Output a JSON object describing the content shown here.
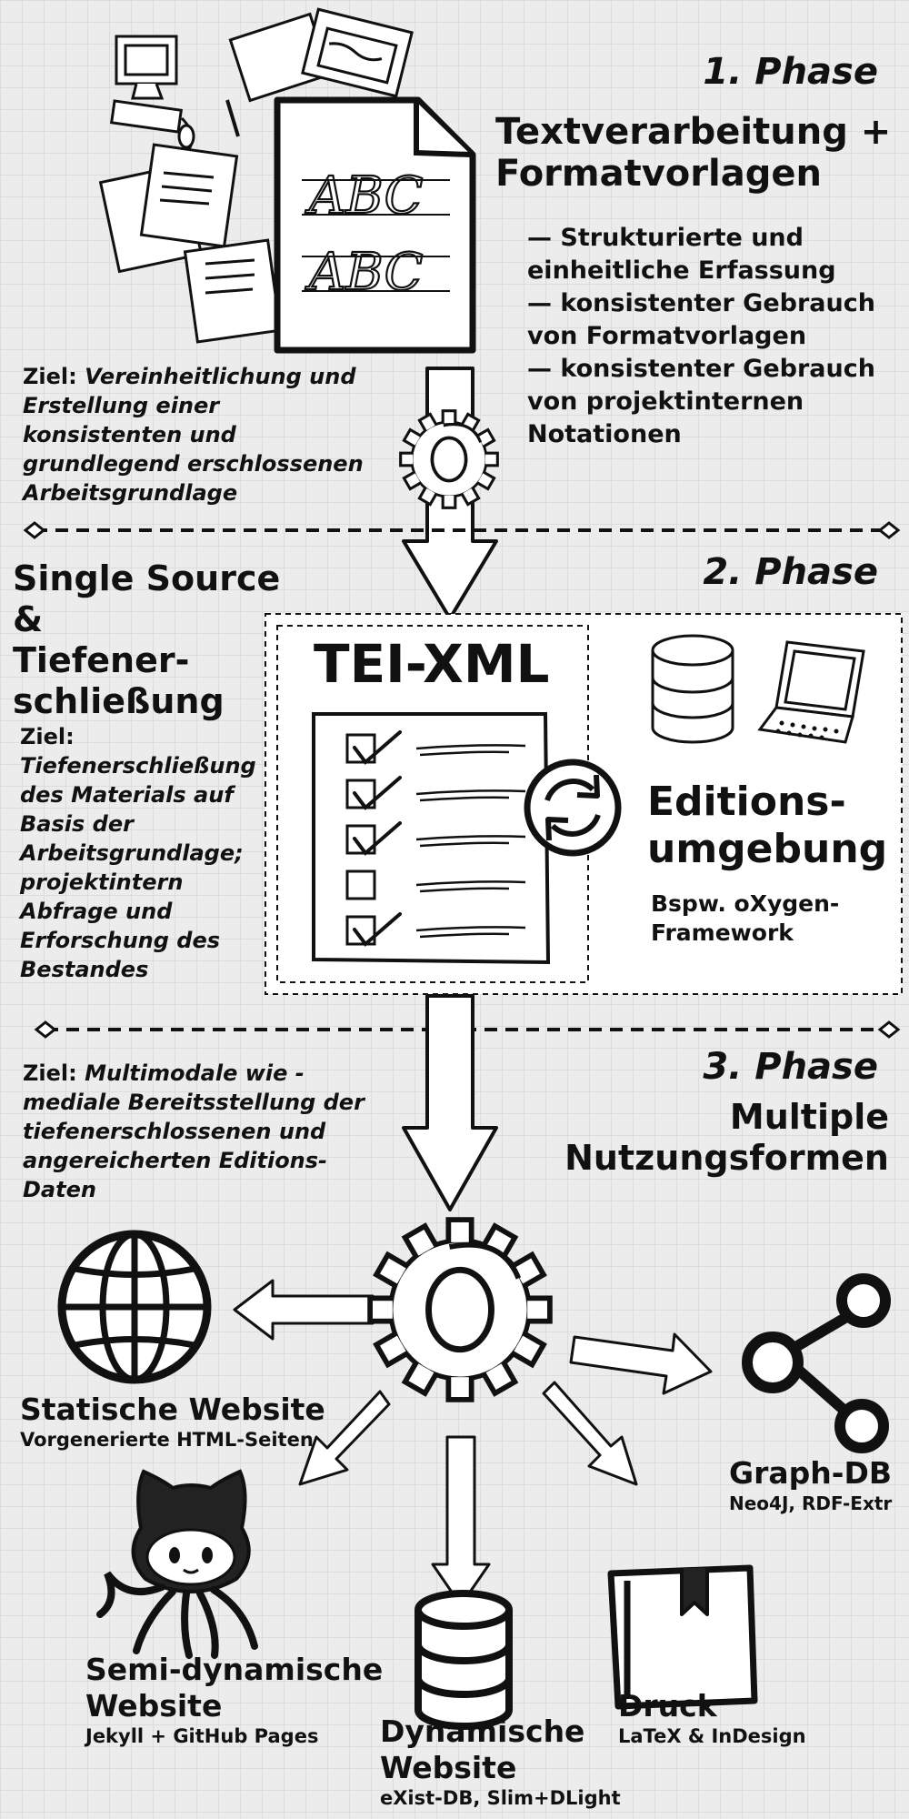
{
  "phase1": {
    "label": "1. Phase",
    "title_lines": [
      "Textverarbeitung +",
      "Formatvorlagen"
    ],
    "bullets": [
      "— Strukturierte und einheitliche Erfassung",
      "— konsistenter Gebrauch von Formatvorlagen",
      "— konsistenter Gebrauch von projektinternen Notationen"
    ],
    "goal_label": "Ziel:",
    "goal_text": "Vereinheitlichung und Erstellung einer konsistenten und grundlegend erschlossenen Arbeitsgrundlage",
    "doc_letters": "ABC"
  },
  "phase2": {
    "label": "2. Phase",
    "title_lines": [
      "Single Source &",
      "Tiefener-",
      "schließung"
    ],
    "goal_label": "Ziel:",
    "goal_text": "Tiefenerschließung des Materials auf Basis der Arbeitsgrundlage; projektintern Abfrage und Erforschung des Bestandes",
    "tei": "TEI-XML",
    "env_lines": [
      "Editions-",
      "umgebung"
    ],
    "env_sub_lines": [
      "Bspw. oXygen-",
      "Framework"
    ]
  },
  "phase3": {
    "label": "3. Phase",
    "title_lines": [
      "Multiple",
      "Nutzungsformen"
    ],
    "goal_label": "Ziel:",
    "goal_text": "Multimodale wie -mediale Bereitsstellung der tiefenerschlossenen und angereicherten Editions-Daten",
    "outputs": {
      "static": {
        "title_lines": [
          "Statische Website"
        ],
        "sub": "Vorgenerierte HTML-Seiten"
      },
      "semi": {
        "title_lines": [
          "Semi-dynamische",
          "Website"
        ],
        "sub": "Jekyll + GitHub Pages"
      },
      "dynamic": {
        "title_lines": [
          "Dynamische",
          "Website"
        ],
        "sub": "eXist-DB, Slim+DLight"
      },
      "print": {
        "title_lines": [
          "Druck"
        ],
        "sub": "LaTeX & InDesign"
      },
      "graph": {
        "title_lines": [
          "Graph-DB"
        ],
        "sub": "Neo4J, RDF-Extr"
      }
    }
  },
  "colors": {
    "ink": "#111111",
    "paper": "#ffffff",
    "background": "#ececec"
  },
  "icons": [
    "computer-icon",
    "documents-icon",
    "document-icon",
    "gear-icon",
    "checklist-icon",
    "sync-icon",
    "database-icon",
    "laptop-icon",
    "globe-icon",
    "octocat-icon",
    "book-icon",
    "share-icon"
  ]
}
